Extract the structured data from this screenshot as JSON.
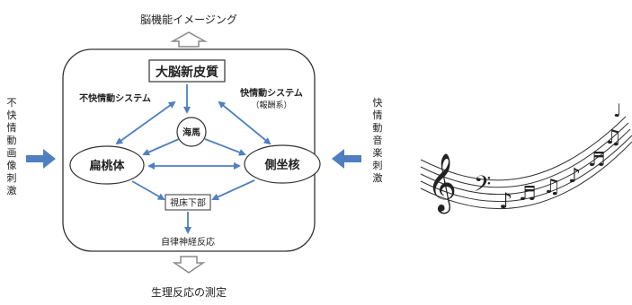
{
  "diagram": {
    "top_label": "脳機能イメージング",
    "bottom_label": "生理反応の測定",
    "left_stimulus": "不快情動画像刺激",
    "right_stimulus": "快情動音楽刺激",
    "cortex": "大脳新皮質",
    "unpleasant_system": "不快情動システム",
    "pleasant_system_line1": "快情動システム",
    "pleasant_system_line2": "（報酬系）",
    "hippocampus": "海馬",
    "amygdala": "扁桃体",
    "accumbens": "側坐核",
    "hypothalamus": "視床下部",
    "autonomic": "自律神経反応"
  },
  "colors": {
    "arrow_blue": "#4f7fc0",
    "hollow_arrow": "#8a8a8a",
    "box_border": "#333333"
  },
  "illustration": {
    "icon": "music-staff-icon"
  }
}
